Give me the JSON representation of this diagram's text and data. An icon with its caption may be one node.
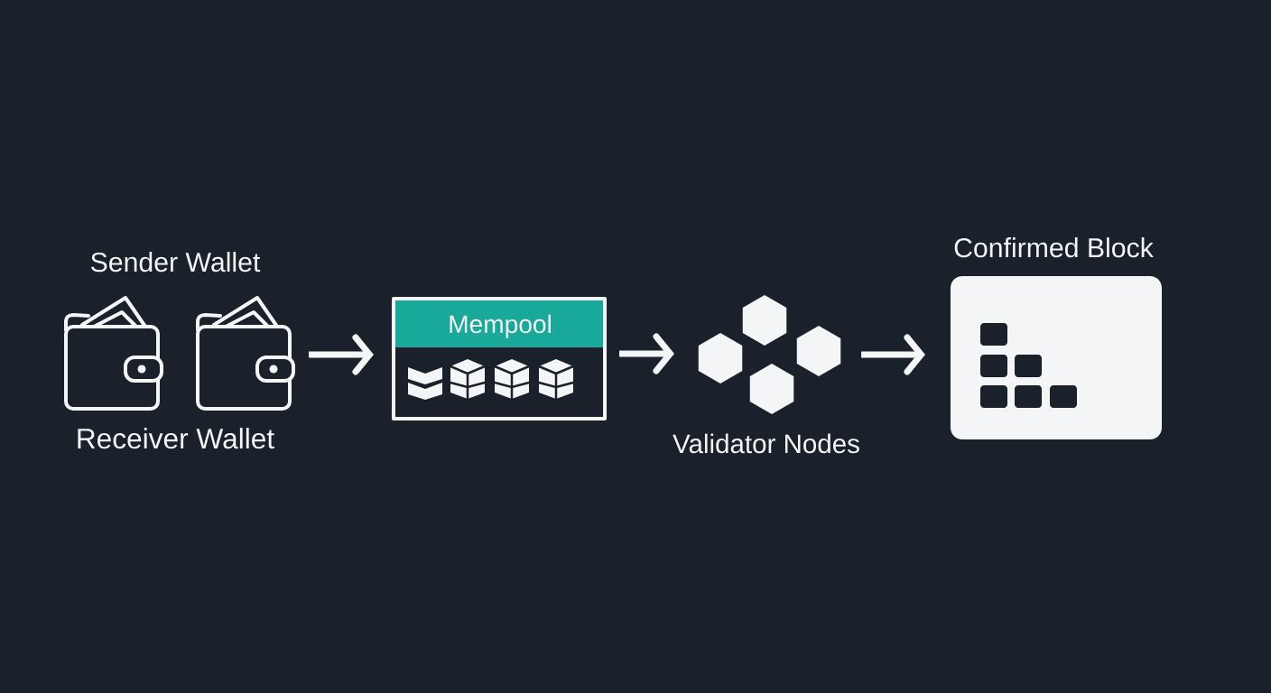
{
  "diagram": {
    "nodes": [
      {
        "text": [
          "Sender Wallet",
          "Receiver Wallet"
        ]
      },
      {
        "text": [
          "Mempool"
        ]
      },
      {
        "text": [
          "Validator Nodes"
        ]
      },
      {
        "text": [
          "Confirmed Block"
        ]
      }
    ],
    "edges": [
      {
        "from": 0,
        "to": 1,
        "arrow": "to"
      },
      {
        "from": 1,
        "to": 2,
        "arrow": "to"
      },
      {
        "from": 2,
        "to": 3,
        "arrow": "to"
      }
    ]
  }
}
